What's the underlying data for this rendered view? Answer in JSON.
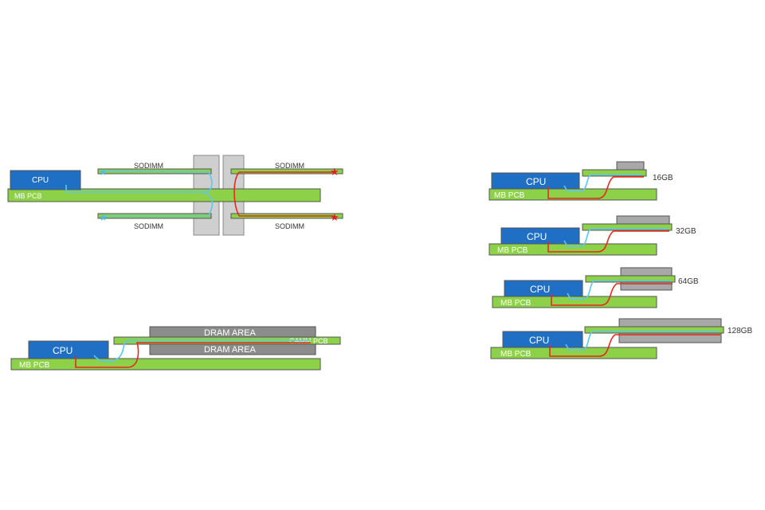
{
  "labels": {
    "cpu": "CPU",
    "mb_pcb": "MB PCB",
    "sodimm": "SODIMM",
    "dram_area": "DRAM AREA",
    "camm_pcb": "CAMM PCB"
  },
  "capacities": [
    "16GB",
    "32GB",
    "64GB",
    "128GB"
  ],
  "colors": {
    "pcb_green": "#8dd148",
    "cpu_blue": "#1f6fc4",
    "module_gray": "#a8a8a8",
    "dram_gray": "#8c8c8c",
    "trace_blue": "#5ec5ef",
    "trace_red": "#e5281e",
    "star_red": "#e02020",
    "star_blue": "#4dbce9"
  }
}
